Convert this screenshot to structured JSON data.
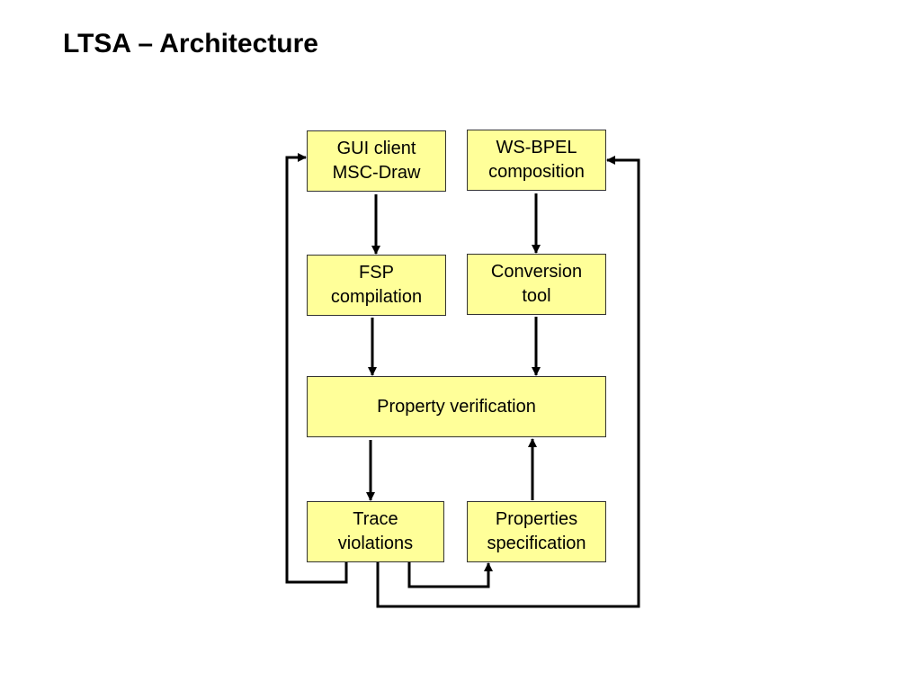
{
  "title": "LTSA – Architecture",
  "colors": {
    "box_fill": "#ffff99",
    "box_border": "#333333",
    "edge": "#000000"
  },
  "nodes": {
    "gui_client": {
      "line1": "GUI client",
      "line2": "MSC-Draw"
    },
    "ws_bpel": {
      "line1": "WS-BPEL",
      "line2": "composition"
    },
    "fsp": {
      "line1": "FSP",
      "line2": "compilation"
    },
    "conversion": {
      "line1": "Conversion",
      "line2": "tool"
    },
    "property_verification": {
      "line1": "Property verification"
    },
    "trace": {
      "line1": "Trace",
      "line2": "violations"
    },
    "properties": {
      "line1": "Properties",
      "line2": "specification"
    }
  },
  "edges": [
    {
      "from": "gui_client",
      "to": "fsp"
    },
    {
      "from": "ws_bpel",
      "to": "conversion"
    },
    {
      "from": "fsp",
      "to": "property_verification"
    },
    {
      "from": "conversion",
      "to": "property_verification"
    },
    {
      "from": "property_verification",
      "to": "trace"
    },
    {
      "from": "properties",
      "to": "property_verification"
    },
    {
      "from": "trace",
      "to": "gui_client"
    },
    {
      "from": "trace",
      "to": "properties"
    },
    {
      "from": "trace",
      "to": "ws_bpel"
    }
  ]
}
